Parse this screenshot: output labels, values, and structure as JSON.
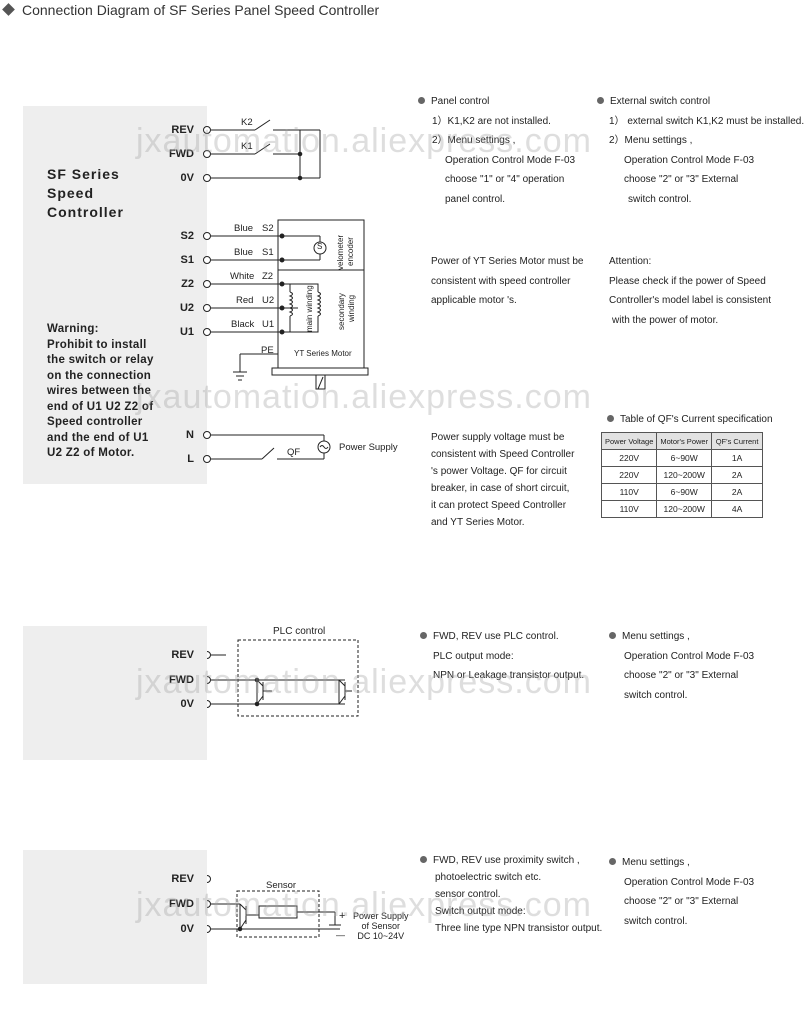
{
  "title": "Connection Diagram of SF Series Panel Speed Controller",
  "watermark": "jxautomation.aliexpress.com",
  "controller": {
    "name_line1": "SF Series",
    "name_line2": "Speed",
    "name_line3": "Controller",
    "warning": [
      "Warning:",
      "Prohibit to install",
      "the switch or relay",
      "on the connection",
      "wires between the",
      "end of U1 U2 Z2 of",
      "Speed controller",
      "and the end of U1",
      "U2 Z2 of Motor."
    ],
    "terminals": {
      "rev": "REV",
      "fwd": "FWD",
      "ov": "0V",
      "s2": "S2",
      "s1": "S1",
      "z2": "Z2",
      "u2": "U2",
      "u1": "U1",
      "n": "N",
      "l": "L"
    }
  },
  "wiring": {
    "k2": "K2",
    "k1": "K1",
    "blue1": "Blue",
    "blue2": "Blue",
    "white": "White",
    "red": "Red",
    "black": "Black",
    "m_s2": "S2",
    "m_s1": "S1",
    "m_z2": "Z2",
    "m_u2": "U2",
    "m_u1": "U1",
    "pe": "PE",
    "velometer": "velometer",
    "encoder": "encoder",
    "main_winding": "main winding",
    "secondary": "secondary",
    "winding": "winding",
    "motor_label": "YT Series Motor",
    "qf": "QF",
    "power_supply": "Power  Supply",
    "s_symbol": "S"
  },
  "notes": {
    "panel_control": {
      "heading": "Panel control",
      "lines": [
        "1）K1,K2 are not installed.",
        "2）Menu  settings ,",
        "Operation Control Mode F-03",
        "choose \"1\" or \"4\"  operation",
        "panel control."
      ]
    },
    "external_switch": {
      "heading": "External switch control",
      "lines": [
        "1）  external switch K1,K2 must be installed.",
        "2）Menu  settings ,",
        "Operation Control Mode F-03",
        "choose  \"2\"  or  \"3\" External",
        "switch control."
      ]
    },
    "motor_power": [
      "Power of YT Series Motor must be",
      "consistent with speed controller",
      "applicable motor 's."
    ],
    "attention": [
      "Attention:",
      "Please check if the power of Speed",
      "Controller's model label is consistent",
      "with the power of motor."
    ],
    "supply_voltage": [
      "Power supply voltage must be",
      "consistent with Speed Controller",
      "'s power Voltage. QF for circuit",
      "breaker, in case of short circuit,",
      "it can  protect Speed Controller",
      "and YT Series Motor."
    ],
    "qf_table": {
      "heading": "Table of QF's Current specification",
      "headers": [
        "Power Voltage",
        "Motor's Power",
        "QF's Current"
      ],
      "rows": [
        [
          "220V",
          "6~90W",
          "1A"
        ],
        [
          "220V",
          "120~200W",
          "2A"
        ],
        [
          "110V",
          "6~90W",
          "2A"
        ],
        [
          "110V",
          "120~200W",
          "4A"
        ]
      ]
    }
  },
  "plc": {
    "box_label": "PLC control",
    "rev": "REV",
    "fwd": "FWD",
    "ov": "0V",
    "note_left": [
      "FWD, REV use PLC control.",
      "PLC output mode:",
      "NPN or  Leakage transistor output."
    ],
    "note_right": [
      "Menu  settings ,",
      "Operation Control Mode F-03",
      "choose  \"2\"  or  \"3\" External",
      "switch control."
    ]
  },
  "sensor": {
    "box_label": "Sensor",
    "rev": "REV",
    "fwd": "FWD",
    "ov": "0V",
    "plus": "+",
    "minus": "—",
    "psu": [
      "Power  Supply",
      "of  Sensor",
      "DC  10~24V"
    ],
    "note_left": [
      "FWD, REV use proximity switch ,",
      "photoelectric switch etc.",
      "sensor control.",
      "Switch output mode:",
      "Three line type NPN transistor output."
    ],
    "note_right": [
      "Menu  settings ,",
      "Operation Control Mode F-03",
      "choose  \"2\"  or  \"3\" External",
      "switch control."
    ]
  }
}
